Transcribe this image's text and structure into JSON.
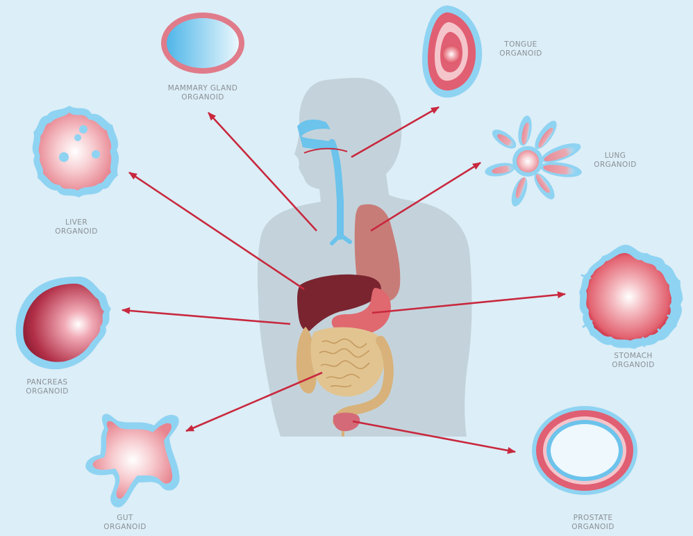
{
  "labels": {
    "mammary": {
      "line1": "MAMMARY GLAND",
      "line2": "ORGANOID"
    },
    "tongue": {
      "line1": "TONGUE",
      "line2": "ORGANOID"
    },
    "liver": {
      "line1": "LIVER",
      "line2": "ORGANOID"
    },
    "lung": {
      "line1": "LUNG",
      "line2": "ORGANOID"
    },
    "pancreas": {
      "line1": "PANCREAS",
      "line2": "ORGANOID"
    },
    "stomach": {
      "line1": "STOMACH",
      "line2": "ORGANOID"
    },
    "gut": {
      "line1": "GUT",
      "line2": "ORGANOID"
    },
    "prostate": {
      "line1": "PROSTATE",
      "line2": "ORGANOID"
    }
  },
  "colors": {
    "background": "#dceef7",
    "arrow": "#c8283e",
    "silhouette": "#c4d3db",
    "organoid_edge": "#8fd3f2",
    "organoid_core": "#e66a7c",
    "liver": "#7a2430",
    "lung": "#c87c78",
    "intestine": "#dfc08c",
    "label_text": "#8a8f96"
  }
}
